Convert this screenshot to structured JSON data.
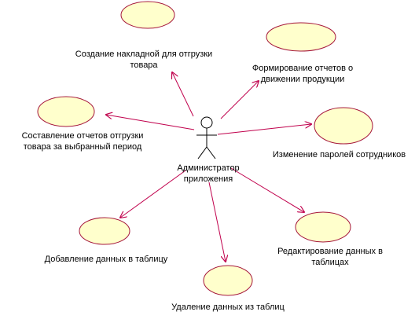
{
  "colors": {
    "usecase_fill": "#FFFFCC",
    "usecase_stroke": "#A5163A",
    "association": "#C0004C",
    "actor": "#000000",
    "text": "#000000"
  },
  "actor": {
    "name": "Администратор\nприложения",
    "icon": "stick-figure-actor"
  },
  "use_cases": [
    {
      "id": "uc-create-invoice",
      "label": "Создание накладной для отгрузки\nтовара"
    },
    {
      "id": "uc-product-movement-reports",
      "label": "Формирование отчетов о\nдвижении продукции"
    },
    {
      "id": "uc-shipment-reports-period",
      "label": "Составление отчетов отгрузки\nтовара за выбранный период"
    },
    {
      "id": "uc-change-passwords",
      "label": "Изменение паролей сотрудников"
    },
    {
      "id": "uc-add-data",
      "label": "Добавление данных в таблицу"
    },
    {
      "id": "uc-edit-data",
      "label": "Редактирование данных в\nтаблицах"
    },
    {
      "id": "uc-delete-data",
      "label": "Удаление данных из таблиц"
    }
  ]
}
